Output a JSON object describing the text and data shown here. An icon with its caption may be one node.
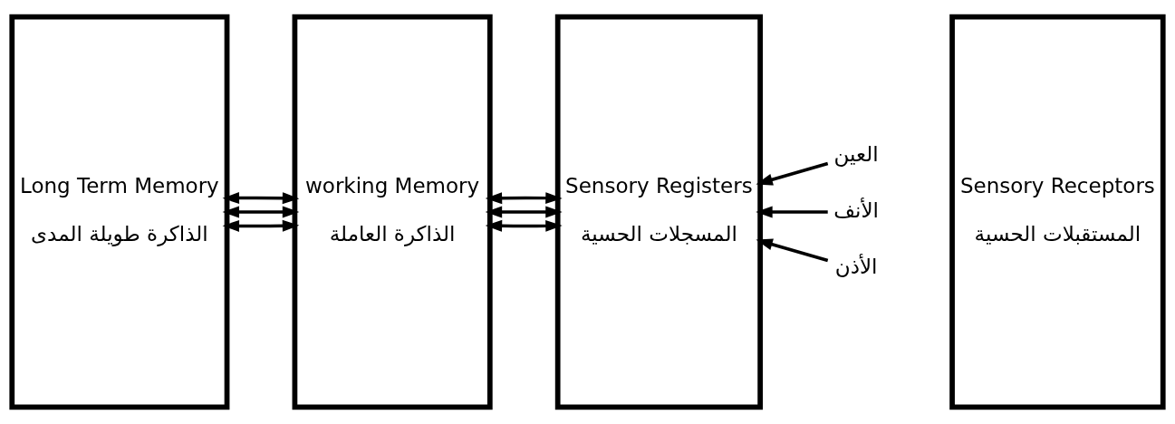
{
  "diagram": {
    "nodes": [
      {
        "text": [
          "Long Term Memory",
          "الذاكرة طويلة المدى"
        ]
      },
      {
        "text": [
          "working Memory",
          "الذاكرة العاملة"
        ]
      },
      {
        "text": [
          "Sensory Registers",
          "المسجلات الحسية"
        ]
      },
      {
        "text": [
          "Sensory Receptors",
          "المستقبلات الحسية"
        ]
      },
      {
        "text": [
          "العين"
        ]
      },
      {
        "text": [
          "الأنف"
        ]
      },
      {
        "text": [
          "الأذن"
        ]
      }
    ],
    "edges": [
      {
        "from": 0,
        "to": 1,
        "arrow": "both"
      },
      {
        "from": 0,
        "to": 1,
        "arrow": "both"
      },
      {
        "from": 0,
        "to": 1,
        "arrow": "both"
      },
      {
        "from": 1,
        "to": 2,
        "arrow": "both"
      },
      {
        "from": 1,
        "to": 2,
        "arrow": "both"
      },
      {
        "from": 1,
        "to": 2,
        "arrow": "both"
      },
      {
        "from": 4,
        "to": 2,
        "arrow": "to"
      },
      {
        "from": 5,
        "to": 2,
        "arrow": "to"
      },
      {
        "from": 6,
        "to": 2,
        "arrow": "to"
      }
    ]
  }
}
